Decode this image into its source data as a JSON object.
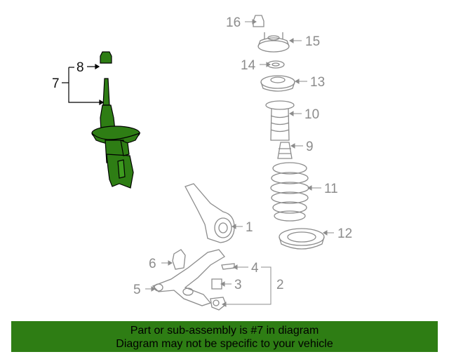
{
  "diagram": {
    "callouts": {
      "c1": "1",
      "c2": "2",
      "c3": "3",
      "c4": "4",
      "c5": "5",
      "c6": "6",
      "c7": "7",
      "c8": "8",
      "c9": "9",
      "c10": "10",
      "c11": "11",
      "c12": "12",
      "c13": "13",
      "c14": "14",
      "c15": "15",
      "c16": "16"
    },
    "highlight_color": "#2e7d14",
    "part_line_color": "#8c8c8c"
  },
  "banner": {
    "line1": "Part or sub-assembly is #7 in diagram",
    "line2": "Diagram may not be specific to your vehicle"
  }
}
